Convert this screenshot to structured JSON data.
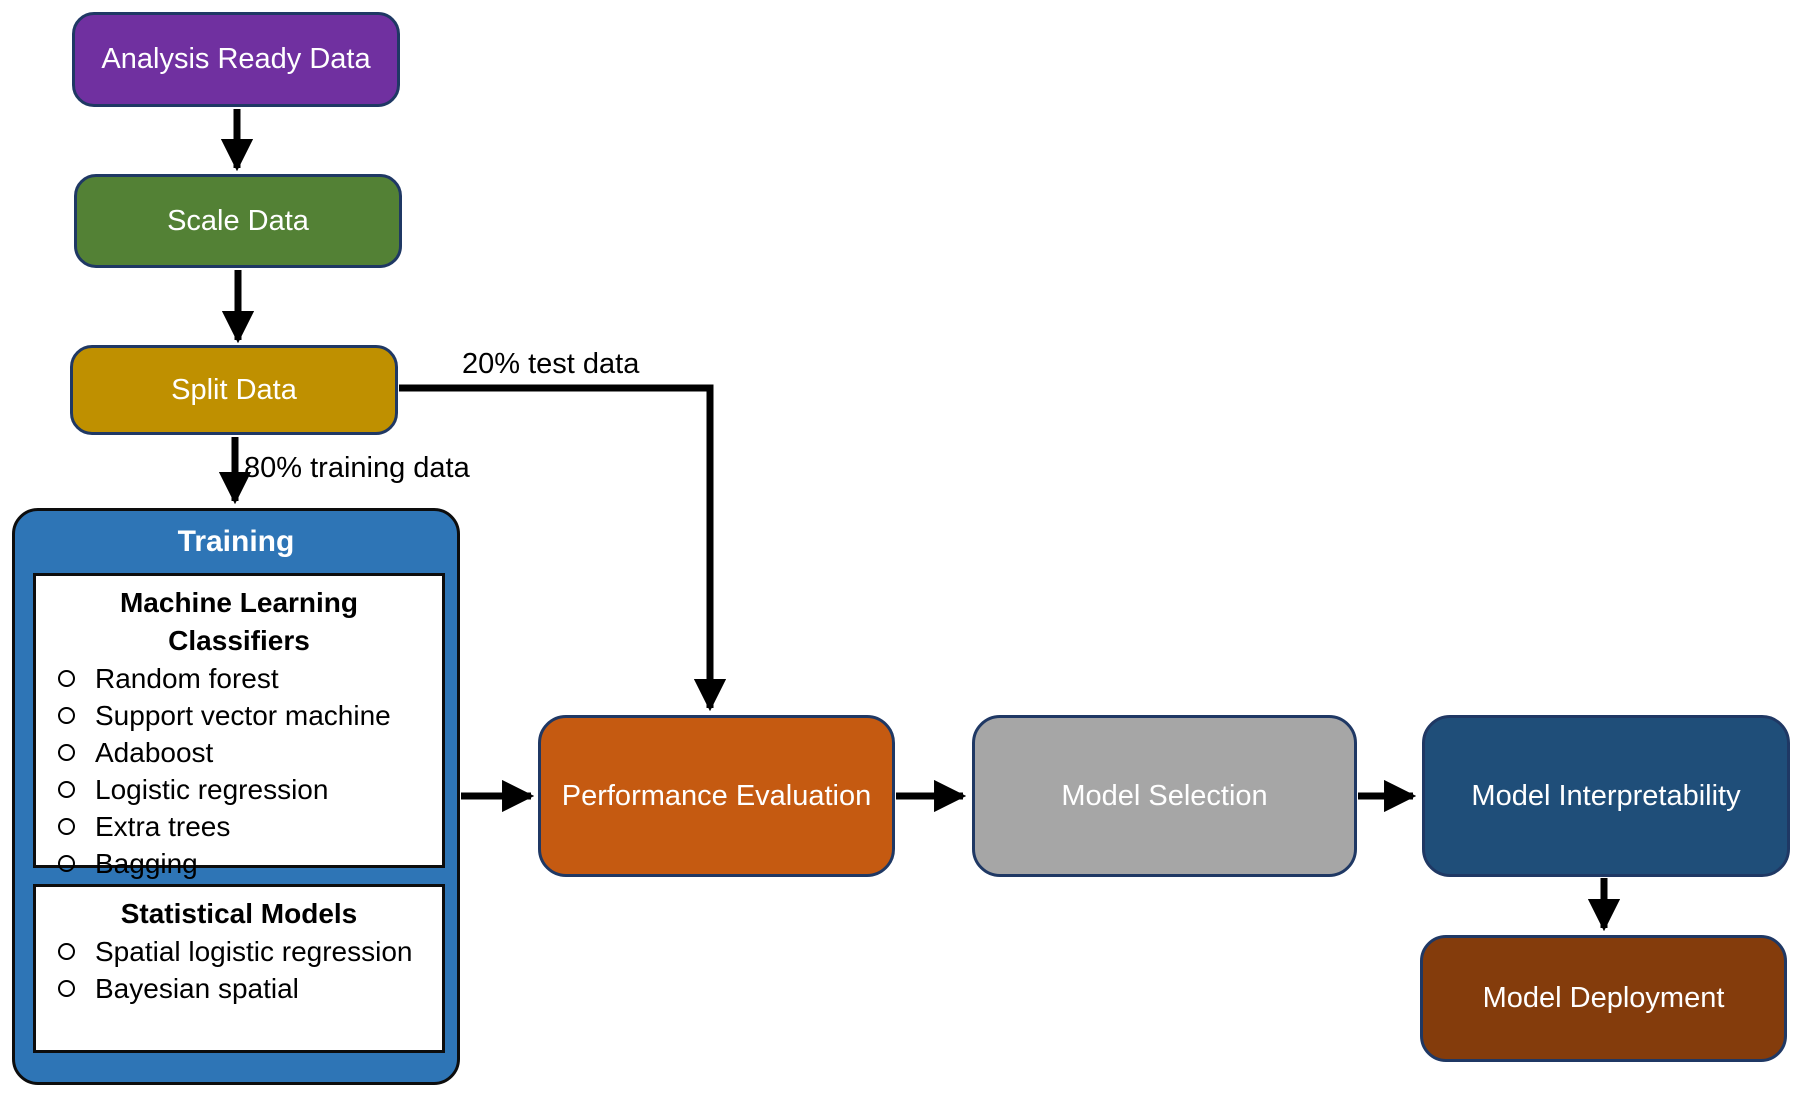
{
  "nodes": {
    "analysis_ready_data": {
      "label": "Analysis Ready Data",
      "color": "#7030A0"
    },
    "scale_data": {
      "label": "Scale Data",
      "color": "#538135"
    },
    "split_data": {
      "label": "Split Data",
      "color": "#BF9000"
    },
    "training": {
      "title": "Training",
      "color": "#2E75B6",
      "ml_classifiers": {
        "heading": "Machine Learning Classifiers",
        "items": [
          "Random forest",
          "Support vector machine",
          "Adaboost",
          "Logistic regression",
          "Extra trees",
          "Bagging"
        ]
      },
      "statistical_models": {
        "heading": "Statistical Models",
        "items": [
          "Spatial logistic regression",
          "Bayesian spatial"
        ]
      }
    },
    "performance_evaluation": {
      "label": "Performance Evaluation",
      "color": "#C55A11"
    },
    "model_selection": {
      "label": "Model Selection",
      "color": "#A6A6A6"
    },
    "model_interpretability": {
      "label": "Model Interpretability",
      "color": "#1F4E79"
    },
    "model_deployment": {
      "label": "Model Deployment",
      "color": "#843C0C"
    }
  },
  "edges": {
    "split_to_performance_label": "20% test data",
    "split_to_training_label": "80% training data"
  },
  "colors": {
    "arrow": "#000000",
    "node_border": "#1F3864",
    "inner_box_border": "#0d0d0d",
    "text_on_node": "#FFFFFF",
    "text_dark": "#000000",
    "background": "#FFFFFF"
  }
}
